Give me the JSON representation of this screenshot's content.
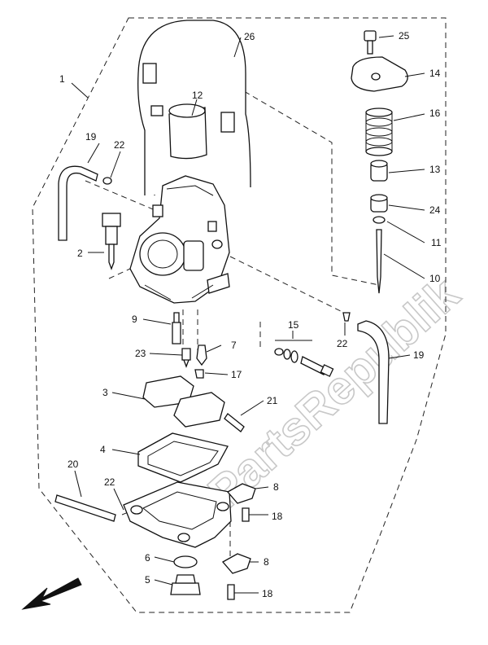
{
  "watermark": "PartsRepublik",
  "callouts": [
    {
      "id": "c1",
      "text": "1"
    },
    {
      "id": "c2",
      "text": "2"
    },
    {
      "id": "c3",
      "text": "3"
    },
    {
      "id": "c4",
      "text": "4"
    },
    {
      "id": "c5",
      "text": "5"
    },
    {
      "id": "c6",
      "text": "6"
    },
    {
      "id": "c7",
      "text": "7"
    },
    {
      "id": "c8a",
      "text": "8"
    },
    {
      "id": "c8b",
      "text": "8"
    },
    {
      "id": "c9",
      "text": "9"
    },
    {
      "id": "c10",
      "text": "10"
    },
    {
      "id": "c11",
      "text": "11"
    },
    {
      "id": "c12",
      "text": "12"
    },
    {
      "id": "c13",
      "text": "13"
    },
    {
      "id": "c14",
      "text": "14"
    },
    {
      "id": "c15",
      "text": "15"
    },
    {
      "id": "c16",
      "text": "16"
    },
    {
      "id": "c17",
      "text": "17"
    },
    {
      "id": "c18a",
      "text": "18"
    },
    {
      "id": "c18b",
      "text": "18"
    },
    {
      "id": "c19a",
      "text": "19"
    },
    {
      "id": "c19b",
      "text": "19"
    },
    {
      "id": "c20",
      "text": "20"
    },
    {
      "id": "c21",
      "text": "21"
    },
    {
      "id": "c22a",
      "text": "22"
    },
    {
      "id": "c22b",
      "text": "22"
    },
    {
      "id": "c22c",
      "text": "22"
    },
    {
      "id": "c23",
      "text": "23"
    },
    {
      "id": "c24",
      "text": "24"
    },
    {
      "id": "c25",
      "text": "25"
    },
    {
      "id": "c26",
      "text": "26"
    }
  ]
}
